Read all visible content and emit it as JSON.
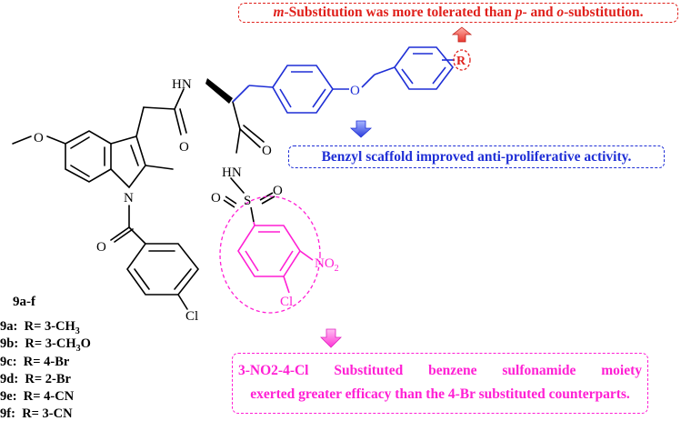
{
  "callouts": {
    "meta_italic": "m",
    "meta_text_1": "-Substitution was more tolerated than ",
    "para_italic": "p",
    "meta_text_2": "- and ",
    "ortho_italic": "o",
    "meta_text_3": "-substitution.",
    "benzyl": "Benzyl scaffold improved anti-proliferative activity.",
    "sulfonamide_line1_words": [
      "3-NO2-4-Cl",
      "Substituted",
      "benzene",
      "sulfonamide",
      "moiety"
    ],
    "sulfonamide_line2": "exerted greater efficacy than the 4-Br substituted counterparts."
  },
  "atoms": {
    "O_methoxy": "O",
    "NH_amide": "HN",
    "O_amide1": "O",
    "O_amide2": "O",
    "HN_sulfonyl": "HN",
    "S": "S",
    "O_s1": "O",
    "O_s2": "O",
    "N_indole": "N",
    "O_benzoyl": "O",
    "Cl_benzoyl": "Cl",
    "O_ether": "O",
    "R": "R",
    "NO2_N": "NO",
    "NO2_sub": "2",
    "Cl_ring": "Cl"
  },
  "series": {
    "title": "9a-f",
    "compounds": [
      {
        "id": "9a",
        "r": "R= 3-CH",
        "sub": "3",
        "suffix": ""
      },
      {
        "id": "9b",
        "r": "R= 3-CH",
        "sub": "3",
        "suffix": "O"
      },
      {
        "id": "9c",
        "r": "R= 4-Br",
        "sub": "",
        "suffix": ""
      },
      {
        "id": "9d",
        "r": "R= 2-Br",
        "sub": "",
        "suffix": ""
      },
      {
        "id": "9e",
        "r": "R= 4-CN",
        "sub": "",
        "suffix": ""
      },
      {
        "id": "9f",
        "r": "R= 3-CN",
        "sub": "",
        "suffix": ""
      }
    ]
  },
  "colors": {
    "black": "#000000",
    "blue": "#1f2fd6",
    "red": "#e0201b",
    "magenta": "#ff1fd4"
  }
}
